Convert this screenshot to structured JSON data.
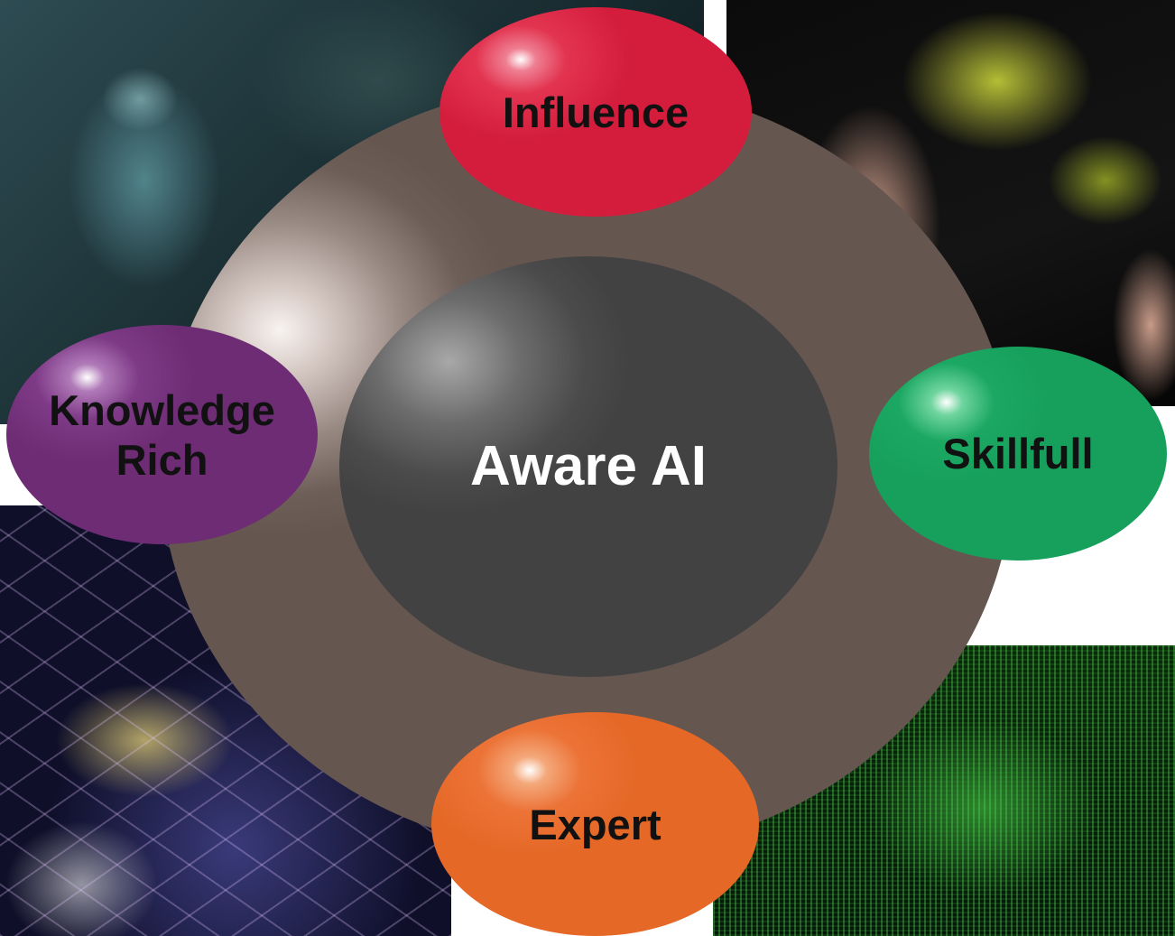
{
  "center": {
    "label": "Aware AI"
  },
  "nodes": {
    "influence": {
      "label": "Influence",
      "color": "#d41d3d"
    },
    "knowledge_rich": {
      "line1": "Knowledge",
      "line2": "Rich",
      "color": "#6d2c74"
    },
    "skillfull": {
      "label": "Skillfull",
      "color": "#16a05c"
    },
    "expert": {
      "label": "Expert",
      "color": "#e56826"
    }
  },
  "colors": {
    "ring": "#6e5e58",
    "core": "#4b4b4b"
  }
}
